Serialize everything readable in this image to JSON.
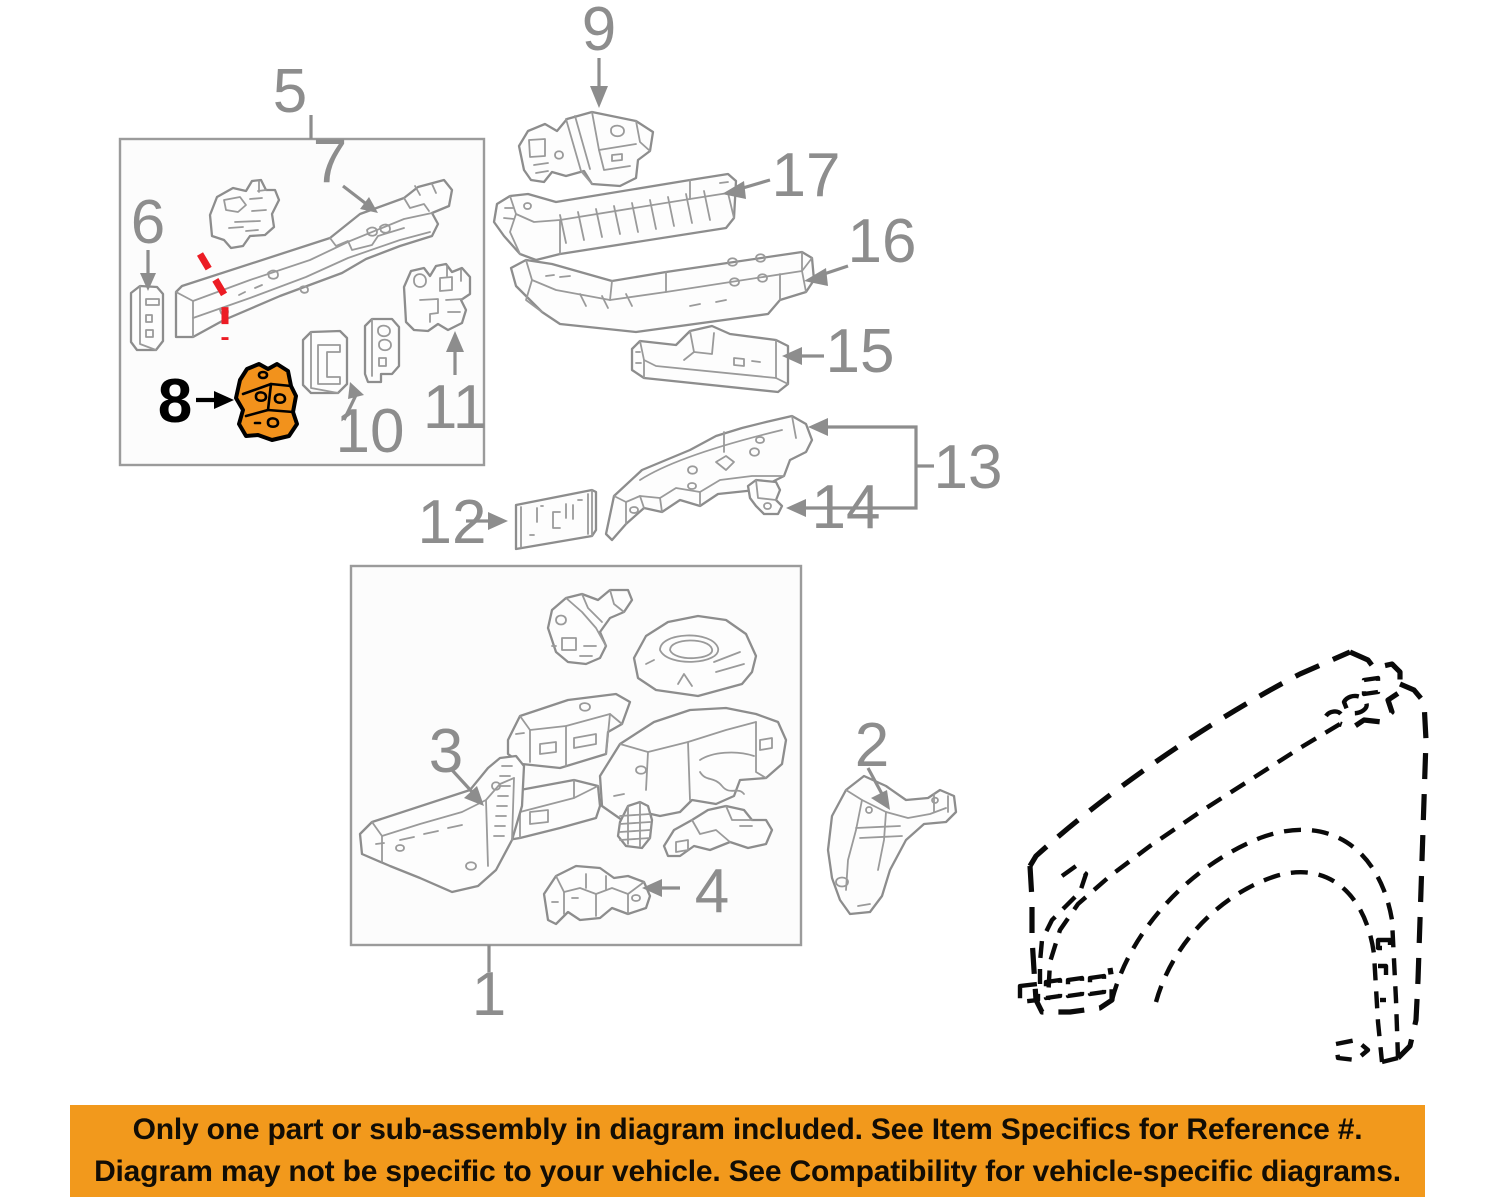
{
  "diagram": {
    "title": "Vehicle front apron / fender apron structure exploded parts diagram",
    "highlight_color": "#f2921c",
    "line_color": "#8d8d8d",
    "cut_line_color": "#ec1c24",
    "phantom_color": "#0a0a0a",
    "background": "#ffffff",
    "highlighted_reference": "8",
    "groups": [
      {
        "id": "group-5",
        "label": "5",
        "kind": "bounding-box",
        "contains": [
          "6",
          "7",
          "8",
          "10",
          "11"
        ]
      },
      {
        "id": "group-1",
        "label": "1",
        "kind": "bounding-box",
        "contains": [
          "3",
          "4"
        ]
      },
      {
        "id": "bracket-13-14",
        "label": "13",
        "kind": "bracket",
        "contains": [
          "13",
          "14"
        ]
      }
    ],
    "callouts": [
      {
        "ref": "1",
        "label": "1",
        "style": "plain",
        "highlighted": false
      },
      {
        "ref": "2",
        "label": "2",
        "style": "arrow",
        "highlighted": false
      },
      {
        "ref": "3",
        "label": "3",
        "style": "arrow",
        "highlighted": false
      },
      {
        "ref": "4",
        "label": "4",
        "style": "arrow",
        "highlighted": false
      },
      {
        "ref": "5",
        "label": "5",
        "style": "plain",
        "highlighted": false
      },
      {
        "ref": "6",
        "label": "6",
        "style": "arrow",
        "highlighted": false
      },
      {
        "ref": "7",
        "label": "7",
        "style": "arrow",
        "highlighted": false
      },
      {
        "ref": "8",
        "label": "8",
        "style": "arrow",
        "highlighted": true
      },
      {
        "ref": "9",
        "label": "9",
        "style": "arrow",
        "highlighted": false
      },
      {
        "ref": "10",
        "label": "10",
        "style": "arrow",
        "highlighted": false
      },
      {
        "ref": "11",
        "label": "11",
        "style": "arrow",
        "highlighted": false
      },
      {
        "ref": "12",
        "label": "12",
        "style": "arrow",
        "highlighted": false
      },
      {
        "ref": "13",
        "label": "13",
        "style": "bracket",
        "highlighted": false
      },
      {
        "ref": "14",
        "label": "14",
        "style": "arrow",
        "highlighted": false
      },
      {
        "ref": "15",
        "label": "15",
        "style": "arrow",
        "highlighted": false
      },
      {
        "ref": "16",
        "label": "16",
        "style": "arrow",
        "highlighted": false
      },
      {
        "ref": "17",
        "label": "17",
        "style": "arrow",
        "highlighted": false
      }
    ],
    "cut_line": {
      "present": true,
      "description": "red dashed section-cut line across part 7"
    },
    "phantom_outline": {
      "present": true,
      "description": "dashed fender outline, reference only"
    }
  },
  "banner": {
    "background": "#f2991c",
    "text_color": "#120d05",
    "line1": "Only one part or sub-assembly in diagram included. See Item Specifics for Reference #.",
    "line2": "Diagram may not be specific to your vehicle. See Compatibility for vehicle-specific diagrams."
  }
}
